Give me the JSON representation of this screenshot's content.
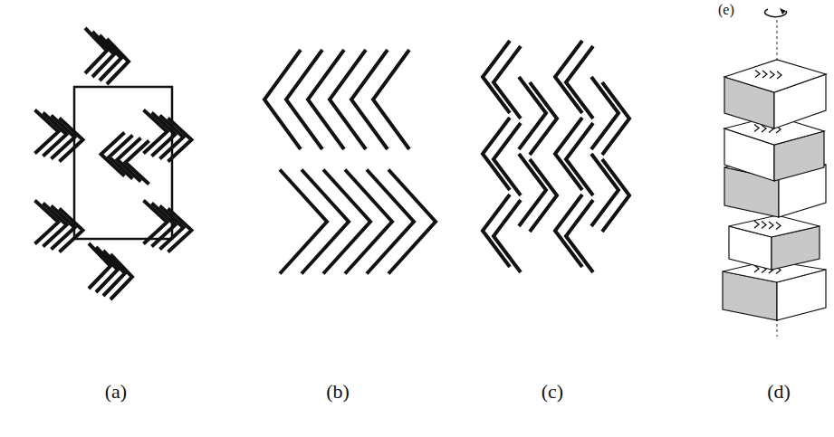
{
  "diagram": {
    "labels": [
      "(e)",
      "(a)",
      "(b)",
      "(c)",
      "(d)"
    ]
  }
}
